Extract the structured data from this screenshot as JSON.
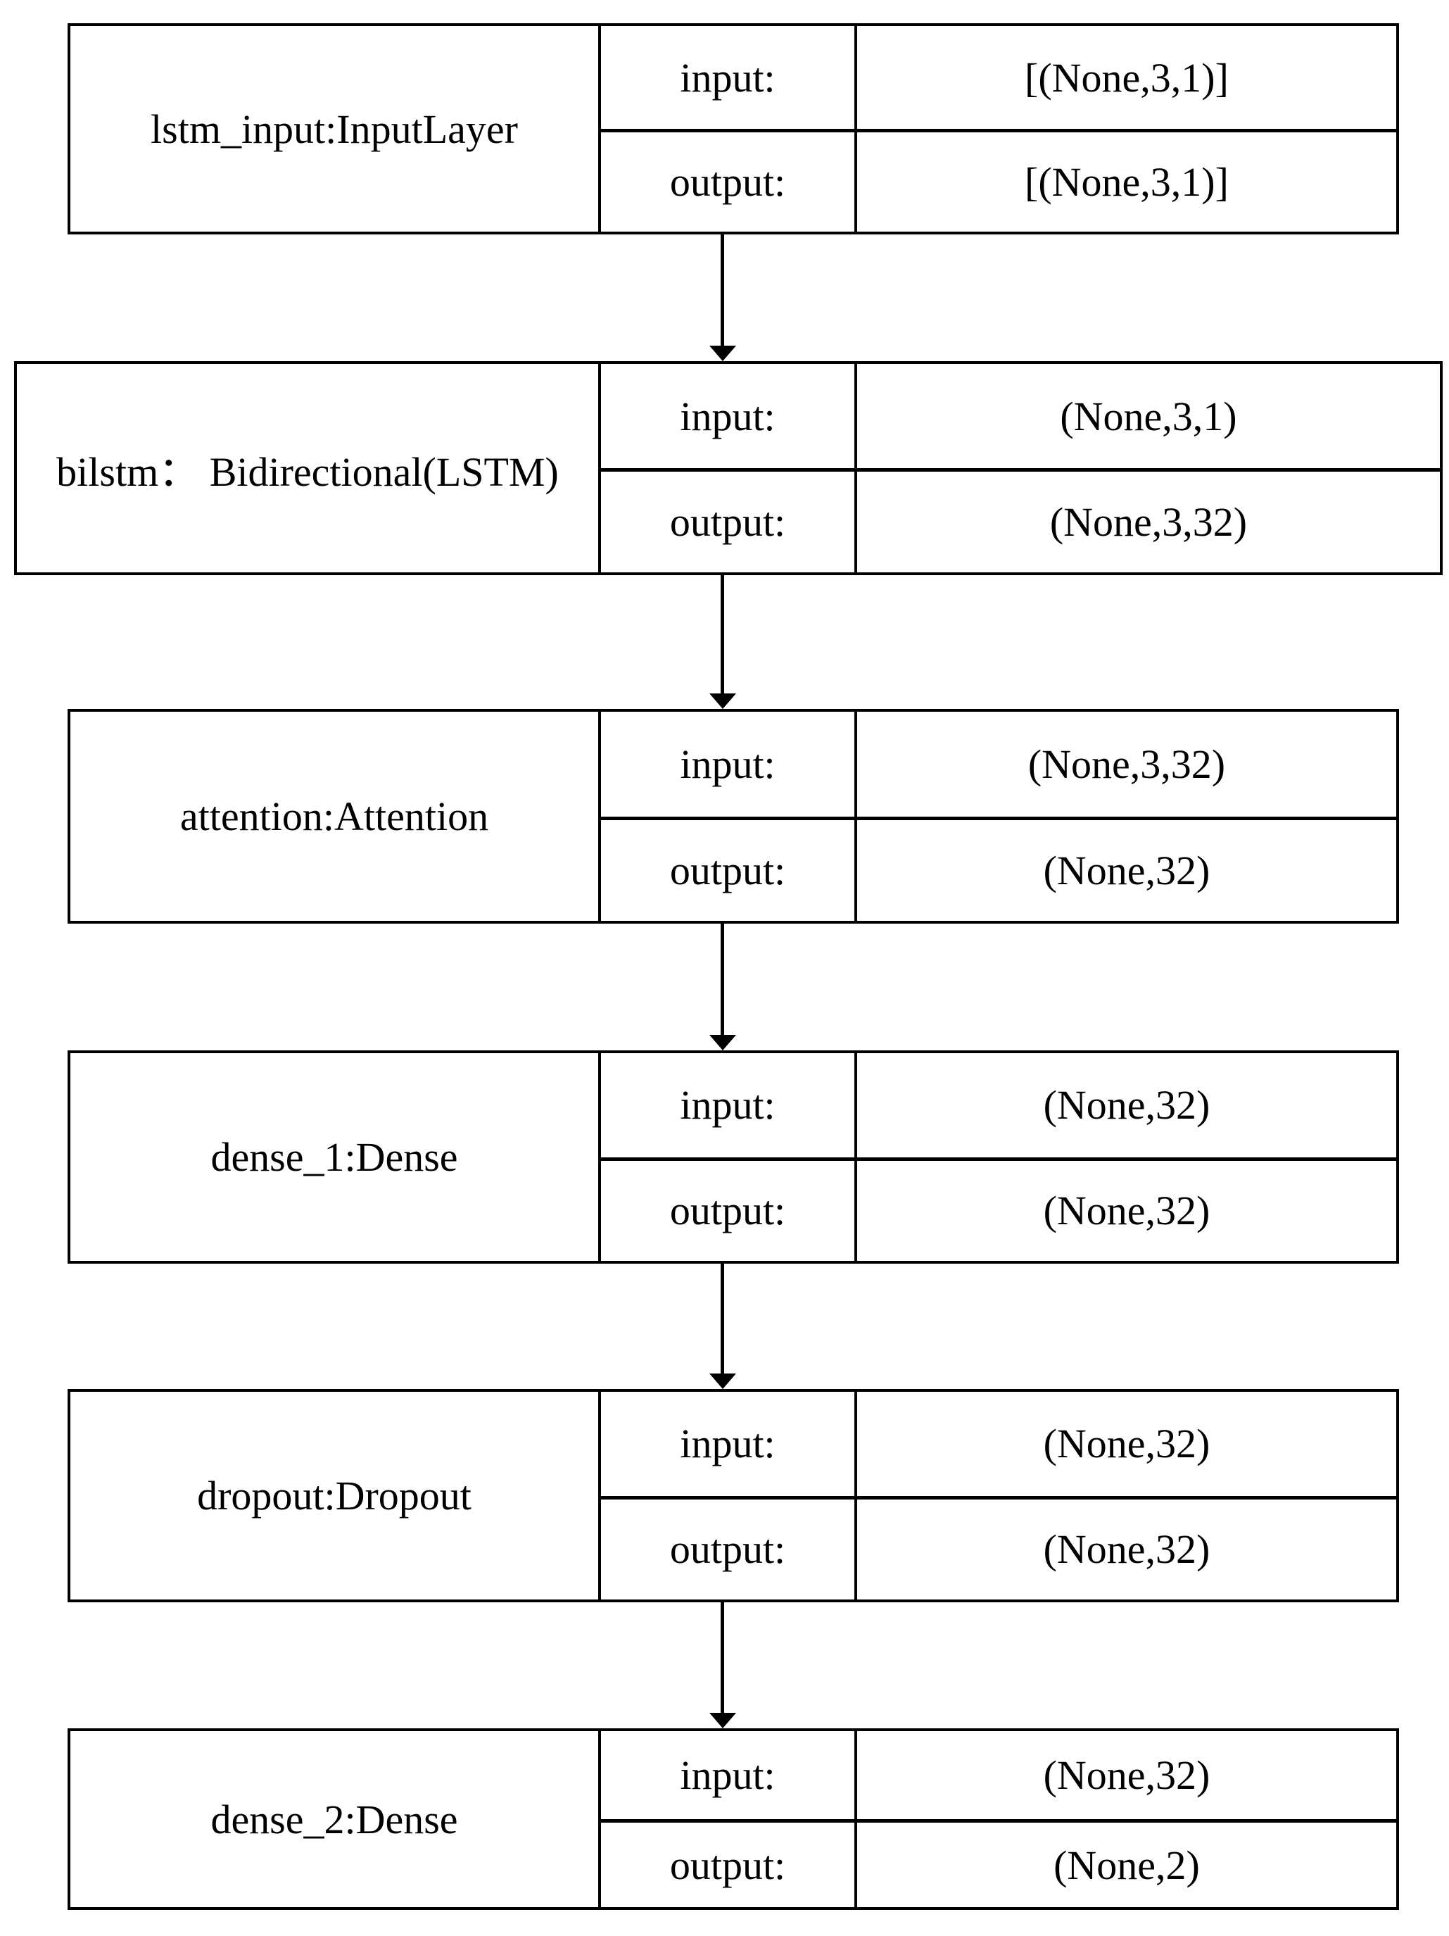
{
  "diagram": {
    "type": "neural-network-layer-graph",
    "background_color": "#ffffff",
    "line_color": "#000000",
    "labels": {
      "input": "input:",
      "output": "output:"
    },
    "layers": [
      {
        "name": "lstm_input:InputLayer",
        "input_shape": "[(None,3,1)]",
        "output_shape": "[(None,3,1)]"
      },
      {
        "name": "bilstm： Bidirectional(LSTM)",
        "input_shape": "(None,3,1)",
        "output_shape": "(None,3,32)"
      },
      {
        "name": "attention:Attention",
        "input_shape": "(None,3,32)",
        "output_shape": "(None,32)"
      },
      {
        "name": "dense_1:Dense",
        "input_shape": "(None,32)",
        "output_shape": "(None,32)"
      },
      {
        "name": "dropout:Dropout",
        "input_shape": "(None,32)",
        "output_shape": "(None,32)"
      },
      {
        "name": "dense_2:Dense",
        "input_shape": "(None,32)",
        "output_shape": "(None,2)"
      }
    ]
  }
}
